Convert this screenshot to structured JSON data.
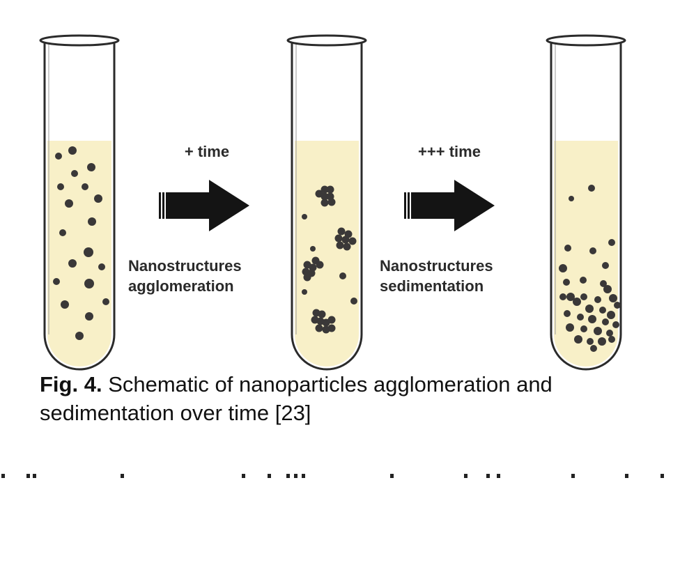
{
  "figure": {
    "step1_time": "+ time",
    "step1_label_line1": "Nanostructures",
    "step1_label_line2": "agglomeration",
    "step2_time": "+++ time",
    "step2_label_line1": "Nanostructures",
    "step2_label_line2": "sedimentation",
    "colors": {
      "liquid": "#f8f0c8",
      "particle": "#3a3838",
      "outline": "#2b2b2b",
      "arrow": "#141414"
    },
    "icons": [
      "test-tube-icon",
      "right-arrow-icon",
      "particle-icon"
    ]
  },
  "caption": {
    "fig_label": "Fig. 4.",
    "text": " Schematic of nanoparticles agglomeration and sedimentation over time [23]"
  }
}
